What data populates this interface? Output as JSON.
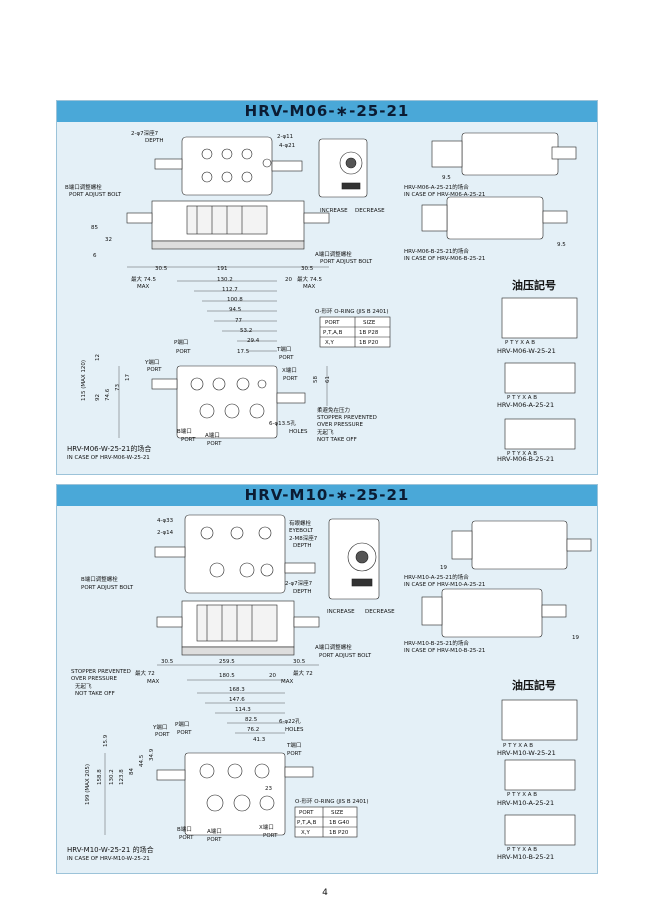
{
  "page_number": "4",
  "m06": {
    "title": "HRV-M06-∗-25-21",
    "top_labels": {
      "pin": "2-φ7深座7",
      "depth": "DEPTH",
      "d11": "2-φ11",
      "d21": "4-φ21"
    },
    "bport_adjust_cn": "B端口调整螺栓",
    "bport_adjust_en": "PORT ADJUST BOLT",
    "aport_adjust_cn": "A端口调整螺栓",
    "aport_adjust_en": "PORT ADJUST BOLT",
    "increase": "INCREASE",
    "decrease": "DECREASE",
    "side_dims": [
      "85",
      "32",
      "6",
      "最大74.5",
      "MAX"
    ],
    "dims_row": [
      "30.5",
      "191",
      "30.5",
      "最大 74.5",
      "130.2",
      "20",
      "最大 74.5",
      "MAX",
      "MAX",
      "112.7",
      "100.8",
      "94.5",
      "77",
      "53.2",
      "29.4",
      "17.5"
    ],
    "ports": {
      "y": "Y端口",
      "p": "P端口",
      "t": "T端口",
      "x": "X端口",
      "b": "B端口",
      "a": "A端口",
      "port": "PORT"
    },
    "left_dims": [
      "115 (MAX 120)",
      "92",
      "74.6",
      "73",
      "17",
      "12"
    ],
    "right_dims": [
      "58",
      "61"
    ],
    "stopper_cn": "柔避免在压力",
    "stopper_en1": "STOPPER PREVENTED",
    "stopper_en2": "OVER PRESSURE",
    "not_take_cn": "无起飞",
    "not_take_en": "NOT TAKE OFF",
    "holes": "6-φ13.5孔",
    "holes_en": "HOLES",
    "oring_title": "O-形环 O-RING (JIS B 2401)",
    "oring_header": [
      "PORT",
      "SIZE"
    ],
    "oring_rows": [
      [
        "P,T,A,B",
        "1B P28"
      ],
      [
        "X,Y",
        "1B P20"
      ]
    ],
    "case_a_cn": "HRV-M06-A-25-21的场合",
    "case_a_en": "IN CASE OF HRV-M06-A-25-21",
    "case_b_cn": "HRV-M06-B-25-21的场合",
    "case_b_en": "IN CASE OF HRV-M06-B-25-21",
    "dim_95": "9.5",
    "case_w_cn": "HRV-M06-W-25-21的场合",
    "case_w_en": "IN CASE OF HRV-M06-W-25-21",
    "symbols_title": "油压記号",
    "symbols": [
      "HRV-M06-W-25-21",
      "HRV-M06-A-25-21",
      "HRV-M06-B-25-21"
    ],
    "port_letters": "P T Y X  A  B"
  },
  "m10": {
    "title": "HRV-M10-∗-25-21",
    "top_labels": {
      "d33": "4-φ33",
      "d14": "2-φ14",
      "eyebolt_cn": "有眼螺栓",
      "eyebolt_en": "EYEBOLT",
      "m8": "2-M8深座7",
      "depth": "DEPTH",
      "pin": "2-φ7深座7",
      "depth2": "DEPTH"
    },
    "bport_adjust_cn": "B端口调整螺栓",
    "bport_adjust_en": "PORT ADJUST BOLT",
    "aport_adjust_cn": "A端口调整螺栓",
    "aport_adjust_en": "PORT ADJUST BOLT",
    "increase": "INCREASE",
    "decrease": "DECREASE",
    "stopper_en1": "STOPPER PREVENTED",
    "stopper_en2": "OVER PRESSURE",
    "not_take_cn": "无起飞",
    "not_take_en": "NOT TAKE OFF",
    "dims_row": [
      "30.5",
      "259.5",
      "30.5",
      "最大 72",
      "180.5",
      "20",
      "最大 72",
      "MAX",
      "MAX",
      "168.3",
      "147.6",
      "114.3",
      "82.5",
      "76.2",
      "41.3"
    ],
    "ports": {
      "y": "Y端口",
      "p": "P端口",
      "t": "T端口",
      "x": "X端口",
      "b": "B端口",
      "a": "A端口",
      "port": "PORT"
    },
    "left_dims": [
      "199 (MAX 205)",
      "158.8",
      "130.2",
      "123.8",
      "84",
      "44.5",
      "34.9",
      "15.9"
    ],
    "holes": "6-φ22孔",
    "holes_en": "HOLES",
    "dim_23": "23",
    "oring_title": "O-形环 O-RING (JIS B 2401)",
    "oring_header": [
      "PORT",
      "SIZE"
    ],
    "oring_rows": [
      [
        "P,T,A,B",
        "1B G40"
      ],
      [
        "X,Y",
        "1B P20"
      ]
    ],
    "case_a_cn": "HRV-M10-A-25-21的场合",
    "case_a_en": "IN CASE OF HRV-M10-A-25-21",
    "case_b_cn": "HRV-M10-B-25-21的场合",
    "case_b_en": "IN CASE OF HRV-M10-B-25-21",
    "dim_19": "19",
    "case_w_cn": "HRV-M10-W-25-21 的场合",
    "case_w_en": "IN CASE OF HRV-M10-W-25-21",
    "symbols_title": "油压記号",
    "symbols": [
      "HRV-M10-W-25-21",
      "HRV-M10-A-25-21",
      "HRV-M10-B-25-21"
    ],
    "port_letters": "P T Y X  A  B"
  }
}
